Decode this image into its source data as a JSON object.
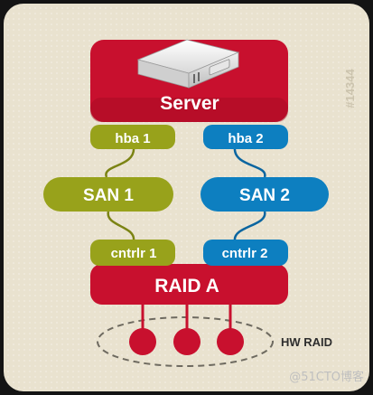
{
  "diagram": {
    "figure_id": "#14344",
    "server": {
      "label": "Server",
      "icon": "server-icon"
    },
    "hba": [
      "hba 1",
      "hba 2"
    ],
    "san": [
      "SAN 1",
      "SAN 2"
    ],
    "controllers": [
      "cntrlr 1",
      "cntrlr 2"
    ],
    "raid": {
      "label": "RAID A",
      "group_label": "HW RAID",
      "disk_count": 3
    },
    "colors": {
      "background": "#e9e2cf",
      "panel_dot": "#f3efe4",
      "red": "#c8102e",
      "red_dark": "#a10c22",
      "green": "#98a21b",
      "green_dark": "#7b8313",
      "blue": "#0d7fc0",
      "blue_dark": "#0a65a0"
    }
  },
  "watermark": "@51CTO博客"
}
